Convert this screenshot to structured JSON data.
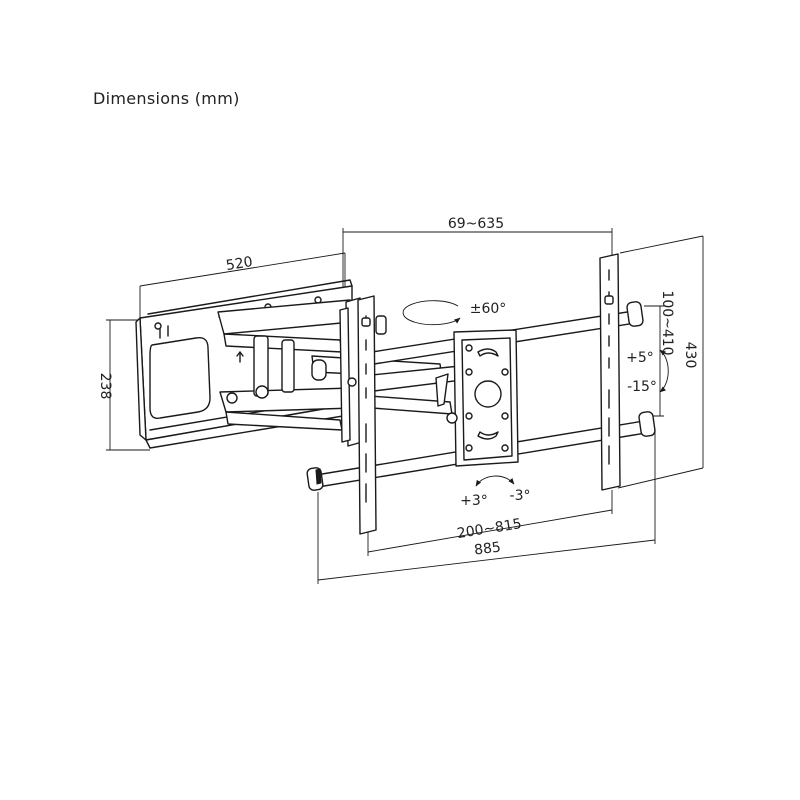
{
  "title": "Dimensions (mm)",
  "dimensions": {
    "wall_plate_width": "520",
    "wall_plate_height": "238",
    "extension": "69~635",
    "vesa_vertical": "100~410",
    "tv_bracket_height": "430",
    "vesa_horizontal": "200~815",
    "total_width": "885"
  },
  "angles": {
    "swivel": "±60°",
    "tilt_up": "+5°",
    "tilt_down": "-15°",
    "level_plus": "+3°",
    "level_minus": "-3°"
  }
}
